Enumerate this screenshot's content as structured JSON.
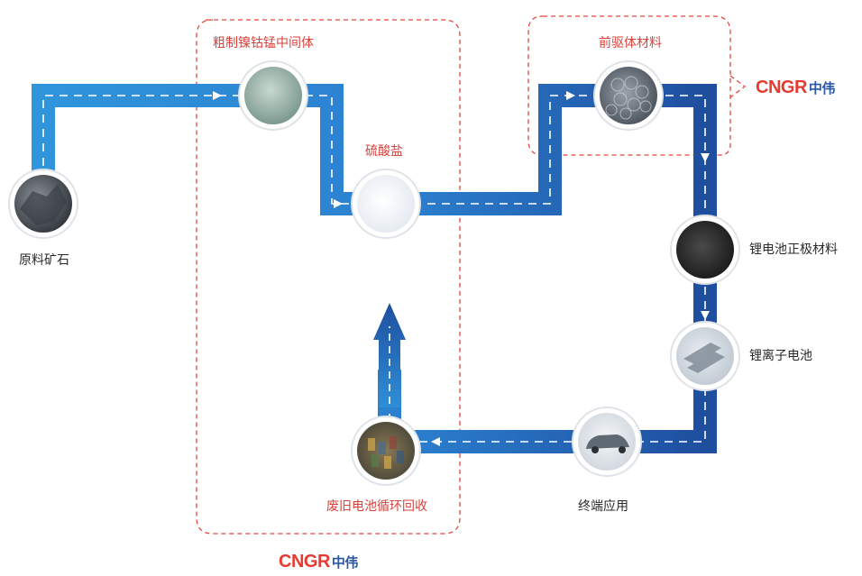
{
  "nodes": {
    "ore": "原料矿石",
    "crude": "粗制镍钴锰中间体",
    "sulfate": "硫酸盐",
    "precursor": "前驱体材料",
    "cathode": "锂电池正极材料",
    "battery": "锂离子电池",
    "enduse": "终端应用",
    "recycle": "废旧电池循环回收"
  },
  "logo": {
    "en": "CNGR",
    "cn": "中伟"
  },
  "colors": {
    "pipe_light": "#2f8fd6",
    "pipe_dark": "#1f4e9e",
    "highlight": "#e63b31",
    "brand_blue": "#2a57a6"
  }
}
